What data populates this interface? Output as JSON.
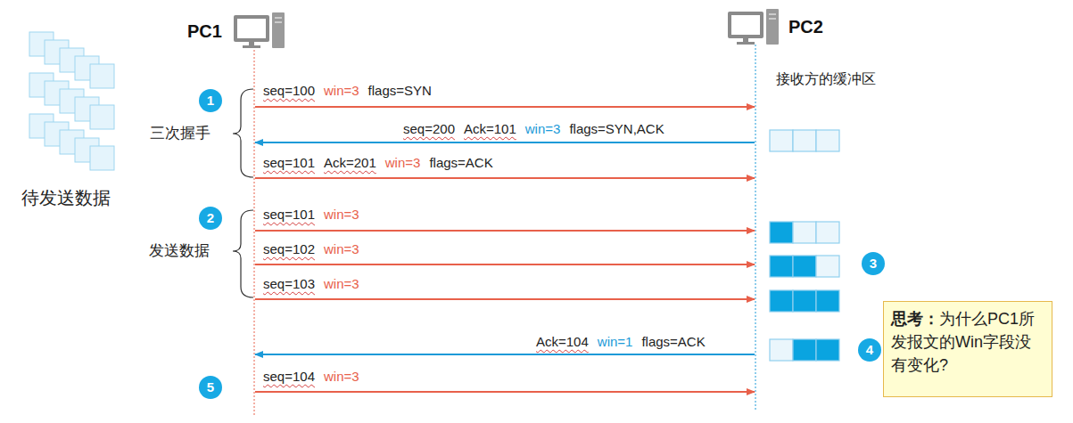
{
  "diagram": {
    "nodes": [
      {
        "text": [
          "1"
        ]
      },
      {
        "text": [
          "2"
        ]
      },
      {
        "text": [
          "3"
        ]
      },
      {
        "text": [
          "思考：",
          "为什么PC1所发报文的Win字段没有变化?"
        ]
      },
      {
        "text": [
          "4"
        ]
      },
      {
        "text": [
          "5"
        ]
      }
    ],
    "labels": [
      "PC1",
      "PC2",
      "接收方的缓冲区",
      "三次握手",
      "seq=100",
      "win=3",
      "flags=SYN",
      "seq=200",
      "Ack=101",
      "win=3",
      "flags=SYN,ACK",
      "seq=101",
      "Ack=201",
      "win=3",
      "flags=ACK",
      "发送数据",
      "seq=101",
      "win=3",
      "seq=102",
      "win=3",
      "seq=103",
      "win=3",
      "Ack=104",
      "win=1",
      "flags=ACK",
      "seq=104",
      "win=3",
      "待发送数据"
    ]
  }
}
